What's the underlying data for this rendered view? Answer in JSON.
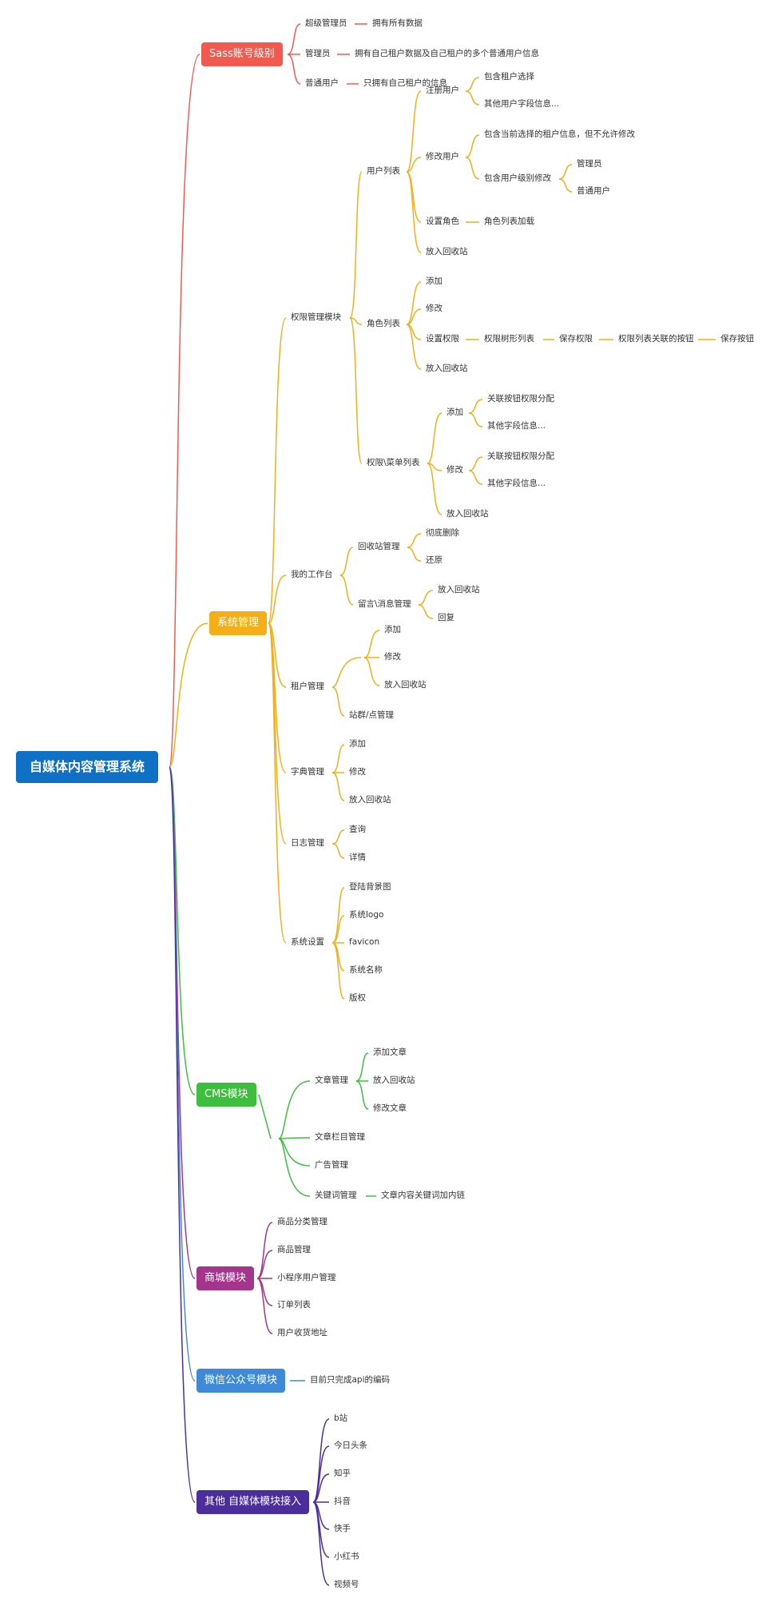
{
  "diagram": {
    "root": "自媒体内容管理系统",
    "branches": [
      {
        "label": "Sass账号级别",
        "color": "#f05a4f",
        "children": [
          {
            "label": "超级管理员",
            "children": [
              {
                "label": "拥有所有数据"
              }
            ]
          },
          {
            "label": "管理员",
            "children": [
              {
                "label": "拥有自己租户数据及自己租户的多个普通用户信息"
              }
            ]
          },
          {
            "label": "普通用户",
            "children": [
              {
                "label": "只拥有自己租户的信息"
              }
            ]
          }
        ]
      },
      {
        "label": "系统管理",
        "color": "#f4ae18",
        "children": [
          {
            "label": "权限管理模块",
            "children": [
              {
                "label": "用户列表",
                "children": [
                  {
                    "label": "注册用户",
                    "children": [
                      {
                        "label": "包含租户选择"
                      },
                      {
                        "label": "其他用户字段信息..."
                      }
                    ]
                  },
                  {
                    "label": "修改用户",
                    "children": [
                      {
                        "label": "包含当前选择的租户信息，但不允许修改"
                      },
                      {
                        "label": "包含用户级别修改",
                        "children": [
                          {
                            "label": "管理员"
                          },
                          {
                            "label": "普通用户"
                          }
                        ]
                      }
                    ]
                  },
                  {
                    "label": "设置角色",
                    "children": [
                      {
                        "label": "角色列表加载"
                      }
                    ]
                  },
                  {
                    "label": "放入回收站"
                  }
                ]
              },
              {
                "label": "角色列表",
                "children": [
                  {
                    "label": "添加"
                  },
                  {
                    "label": "修改"
                  },
                  {
                    "label": "设置权限",
                    "children": [
                      {
                        "label": "权限树形列表",
                        "children": [
                          {
                            "label": "保存权限",
                            "children": [
                              {
                                "label": "权限列表关联的按钮",
                                "children": [
                                  {
                                    "label": "保存按钮"
                                  }
                                ]
                              }
                            ]
                          }
                        ]
                      }
                    ]
                  },
                  {
                    "label": "放入回收站"
                  }
                ]
              },
              {
                "label": "权限\\菜单列表",
                "children": [
                  {
                    "label": "添加",
                    "children": [
                      {
                        "label": "关联按钮权限分配"
                      },
                      {
                        "label": "其他字段信息..."
                      }
                    ]
                  },
                  {
                    "label": "修改",
                    "children": [
                      {
                        "label": "关联按钮权限分配"
                      },
                      {
                        "label": "其他字段信息..."
                      }
                    ]
                  },
                  {
                    "label": "放入回收站"
                  }
                ]
              }
            ]
          },
          {
            "label": "我的工作台",
            "children": [
              {
                "label": "回收站管理",
                "children": [
                  {
                    "label": "彻底删除"
                  },
                  {
                    "label": "还原"
                  }
                ]
              },
              {
                "label": "留言\\消息管理",
                "children": [
                  {
                    "label": "放入回收站"
                  },
                  {
                    "label": "回复"
                  }
                ]
              }
            ]
          },
          {
            "label": "租户管理",
            "children": [
              {
                "label": "",
                "children": [
                  {
                    "label": "添加"
                  },
                  {
                    "label": "修改"
                  },
                  {
                    "label": "放入回收站"
                  }
                ]
              },
              {
                "label": "站群/点管理"
              }
            ]
          },
          {
            "label": "字典管理",
            "children": [
              {
                "label": "添加"
              },
              {
                "label": "修改"
              },
              {
                "label": "放入回收站"
              }
            ]
          },
          {
            "label": "日志管理",
            "children": [
              {
                "label": "查询"
              },
              {
                "label": "详情"
              }
            ]
          },
          {
            "label": "系统设置",
            "children": [
              {
                "label": "登陆背景图"
              },
              {
                "label": "系统logo"
              },
              {
                "label": "favicon"
              },
              {
                "label": "系统名称"
              },
              {
                "label": "版权"
              }
            ]
          }
        ]
      },
      {
        "label": "CMS模块",
        "color": "#3dbf3d",
        "children": [
          {
            "label": "",
            "children": [
              {
                "label": "文章管理",
                "children": [
                  {
                    "label": "添加文章"
                  },
                  {
                    "label": "放入回收站"
                  },
                  {
                    "label": "修改文章"
                  }
                ]
              },
              {
                "label": "文章栏目管理"
              },
              {
                "label": "广告管理"
              },
              {
                "label": "关键词管理",
                "children": [
                  {
                    "label": "文章内容关键词加内链"
                  }
                ]
              }
            ]
          }
        ]
      },
      {
        "label": "商城模块",
        "color": "#a4348c",
        "children": [
          {
            "label": "商品分类管理"
          },
          {
            "label": "商品管理"
          },
          {
            "label": "小程序用户管理"
          },
          {
            "label": "订单列表"
          },
          {
            "label": "用户收货地址"
          }
        ]
      },
      {
        "label": "微信公众号模块",
        "color": "#3f8ad8",
        "children": [
          {
            "label": "目前只完成api的编码"
          }
        ]
      },
      {
        "label": "其他 自媒体模块接入",
        "color": "#4b2e9b",
        "children": [
          {
            "label": "b站"
          },
          {
            "label": "今日头条"
          },
          {
            "label": "知乎"
          },
          {
            "label": "抖音"
          },
          {
            "label": "快手"
          },
          {
            "label": "小红书"
          },
          {
            "label": "视频号"
          }
        ]
      }
    ],
    "root_color": "#1070c4"
  }
}
